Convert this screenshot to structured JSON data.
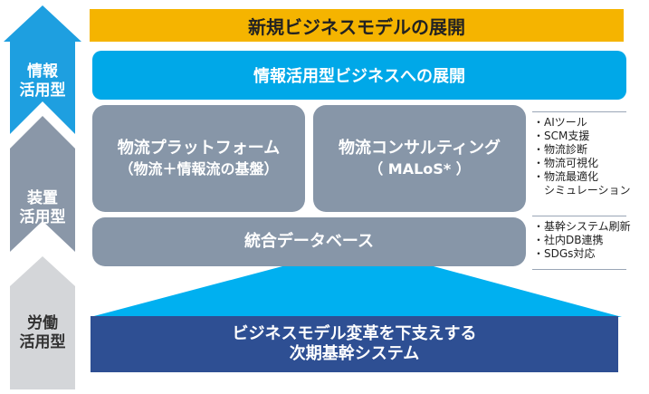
{
  "banner": {
    "title": "新規ビジネスモデルの展開"
  },
  "side_labels": [
    {
      "line1": "情報",
      "line2": "活用型"
    },
    {
      "line1": "装置",
      "line2": "活用型"
    },
    {
      "line1": "労働",
      "line2": "活用型"
    }
  ],
  "info_business": {
    "label": "情報活用型ビジネスへの展開"
  },
  "platform": {
    "title": "物流プラットフォーム",
    "subtitle": "（物流＋情報流の基盤）"
  },
  "consulting": {
    "title": "物流コンサルティング",
    "subtitle": "（ MALoS* ）"
  },
  "database": {
    "label": "統合データベース"
  },
  "notes_top": [
    "・AIツール",
    "・SCM支援",
    "・物流診断",
    "・物流可視化",
    "・物流最適化",
    "　シミュレーション"
  ],
  "notes_bottom": [
    "・基幹システム刷新",
    "・社内DB連携",
    "・SDGs対応"
  ],
  "foundation": {
    "line1": "ビジネスモデル変革を下支えする",
    "line2": "次期基幹システム"
  },
  "colors": {
    "banner": "#f5b400",
    "blue": "#00a8e8",
    "gray_box": "#8796a8",
    "navy": "#2e4f93",
    "arrow_top": "#1e9fe0",
    "arrow_mid": "#8a97a8",
    "arrow_bottom": "#d4d6d9"
  }
}
